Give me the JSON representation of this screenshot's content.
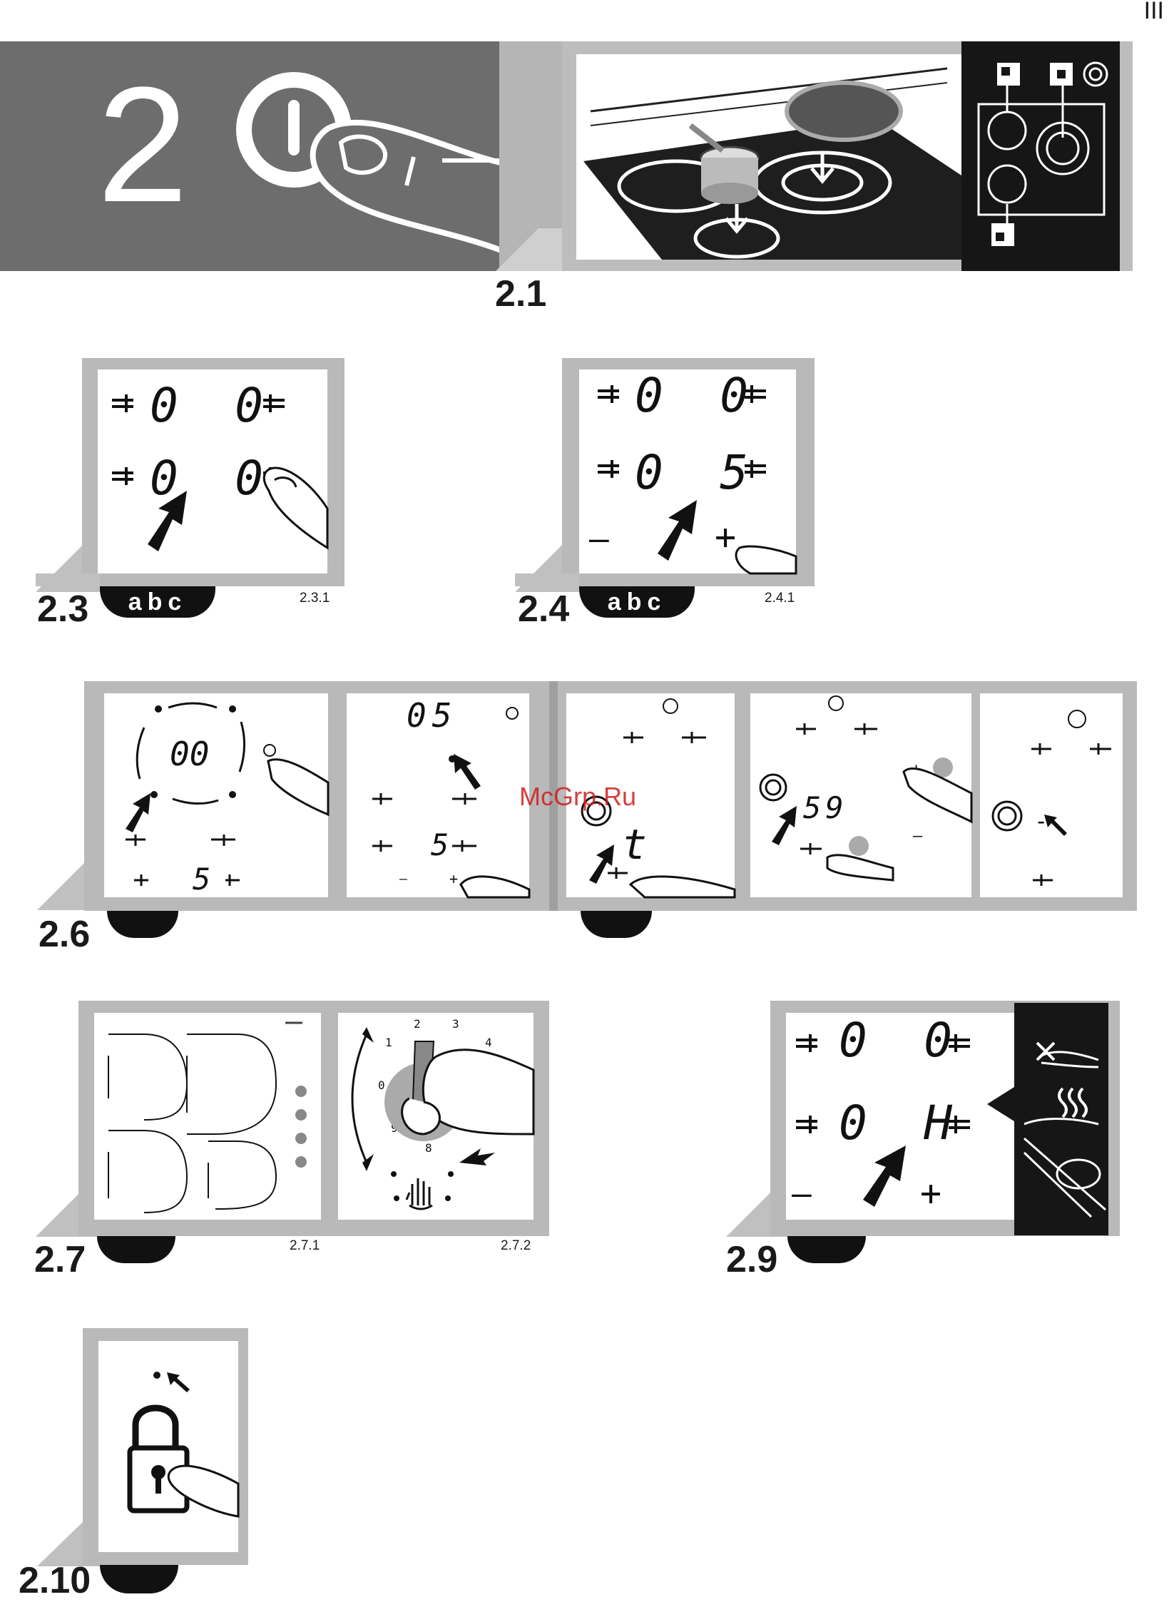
{
  "page_marker": "III",
  "watermark": "McGrp.Ru",
  "header": {
    "step_number": "2",
    "figure": "2.1"
  },
  "figures": {
    "f23": {
      "label": "2.3",
      "tab": "abc",
      "sub": "2.3.1",
      "top_digits": "0  0",
      "bottom_digits": "0  0"
    },
    "f24": {
      "label": "2.4",
      "tab": "abc",
      "sub": "2.4.1",
      "top_digits": "0  0",
      "bottom_digits": "0  5",
      "minus": "–",
      "plus": "+"
    },
    "f26": {
      "label": "2.6",
      "p1": {
        "center": "00",
        "bottom": "5"
      },
      "p2": {
        "top": "05",
        "bottom": "5",
        "minus": "–",
        "plus": "+"
      },
      "p3": {
        "center": "t"
      },
      "p4": {
        "value": "59",
        "plus": "+",
        "minus": "–"
      },
      "p5": {
        "dash": "-"
      }
    },
    "f27": {
      "label": "2.7",
      "sub1": "2.7.1",
      "sub2": "2.7.2",
      "dial": [
        "1",
        "2",
        "3",
        "4",
        "0",
        "9",
        "8"
      ]
    },
    "f29": {
      "label": "2.9",
      "top_digits": "0  0",
      "bottom_digits": "0  H",
      "minus": "–",
      "plus": "+"
    },
    "f210": {
      "label": "2.10"
    }
  }
}
